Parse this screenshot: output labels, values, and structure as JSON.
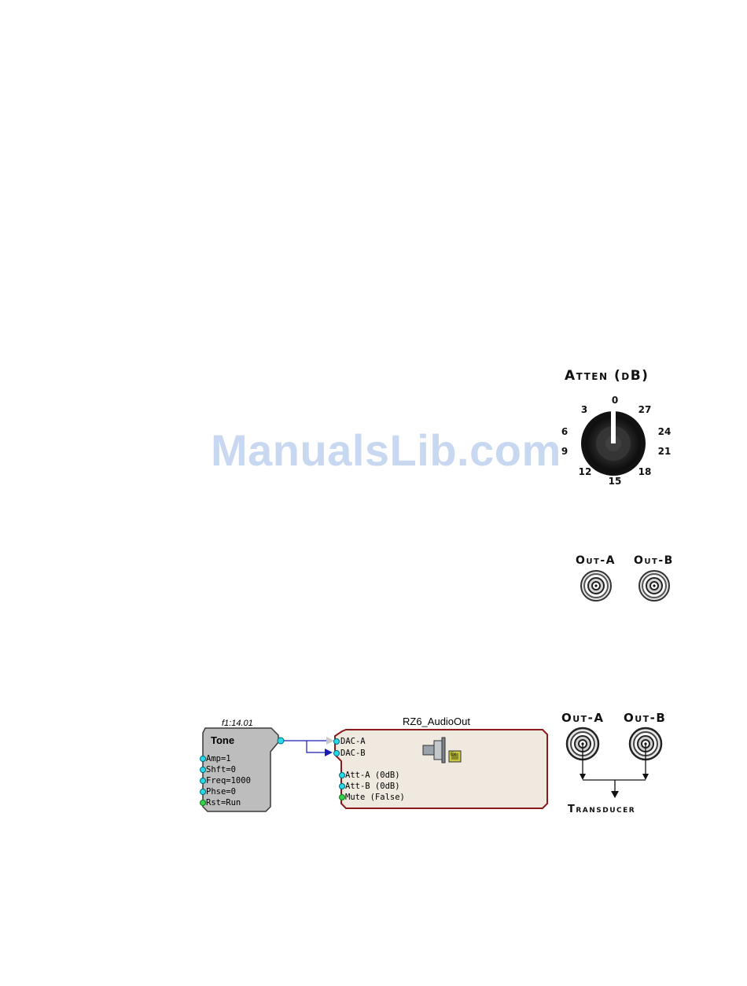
{
  "watermark": "ManualsLib.com",
  "atten_panel": {
    "title": "Atten (dB)",
    "dial_labels": [
      "0",
      "3",
      "6",
      "9",
      "12",
      "15",
      "18",
      "21",
      "24",
      "27"
    ]
  },
  "outputs_panel": {
    "out_a": "Out-A",
    "out_b": "Out-B"
  },
  "circuit": {
    "tone_block": {
      "time_label": "f1:14.01",
      "name": "Tone",
      "ports": [
        "Amp=1",
        "Shft=0",
        "Freq=1000",
        "Phse=0",
        "Rst=Run"
      ]
    },
    "audio_out_block": {
      "title": "RZ6_AudioOut",
      "inputs": [
        "DAC-A",
        "DAC-B"
      ],
      "params": [
        "Att-A  (0dB)",
        "Att-B  (0dB)",
        "Mute  (False)"
      ],
      "badge": "Ex"
    }
  },
  "transducer_panel": {
    "out_a": "Out-A",
    "out_b": "Out-B",
    "transducer": "Transducer"
  },
  "colors": {
    "tone_block_fill": "#bdbdbd",
    "audio_block_fill": "#f0e9df",
    "audio_block_border": "#8b1a1a",
    "wire_blue": "#1a1ab4",
    "port_cyan": "#27d9e8",
    "port_green": "#34d24a"
  }
}
